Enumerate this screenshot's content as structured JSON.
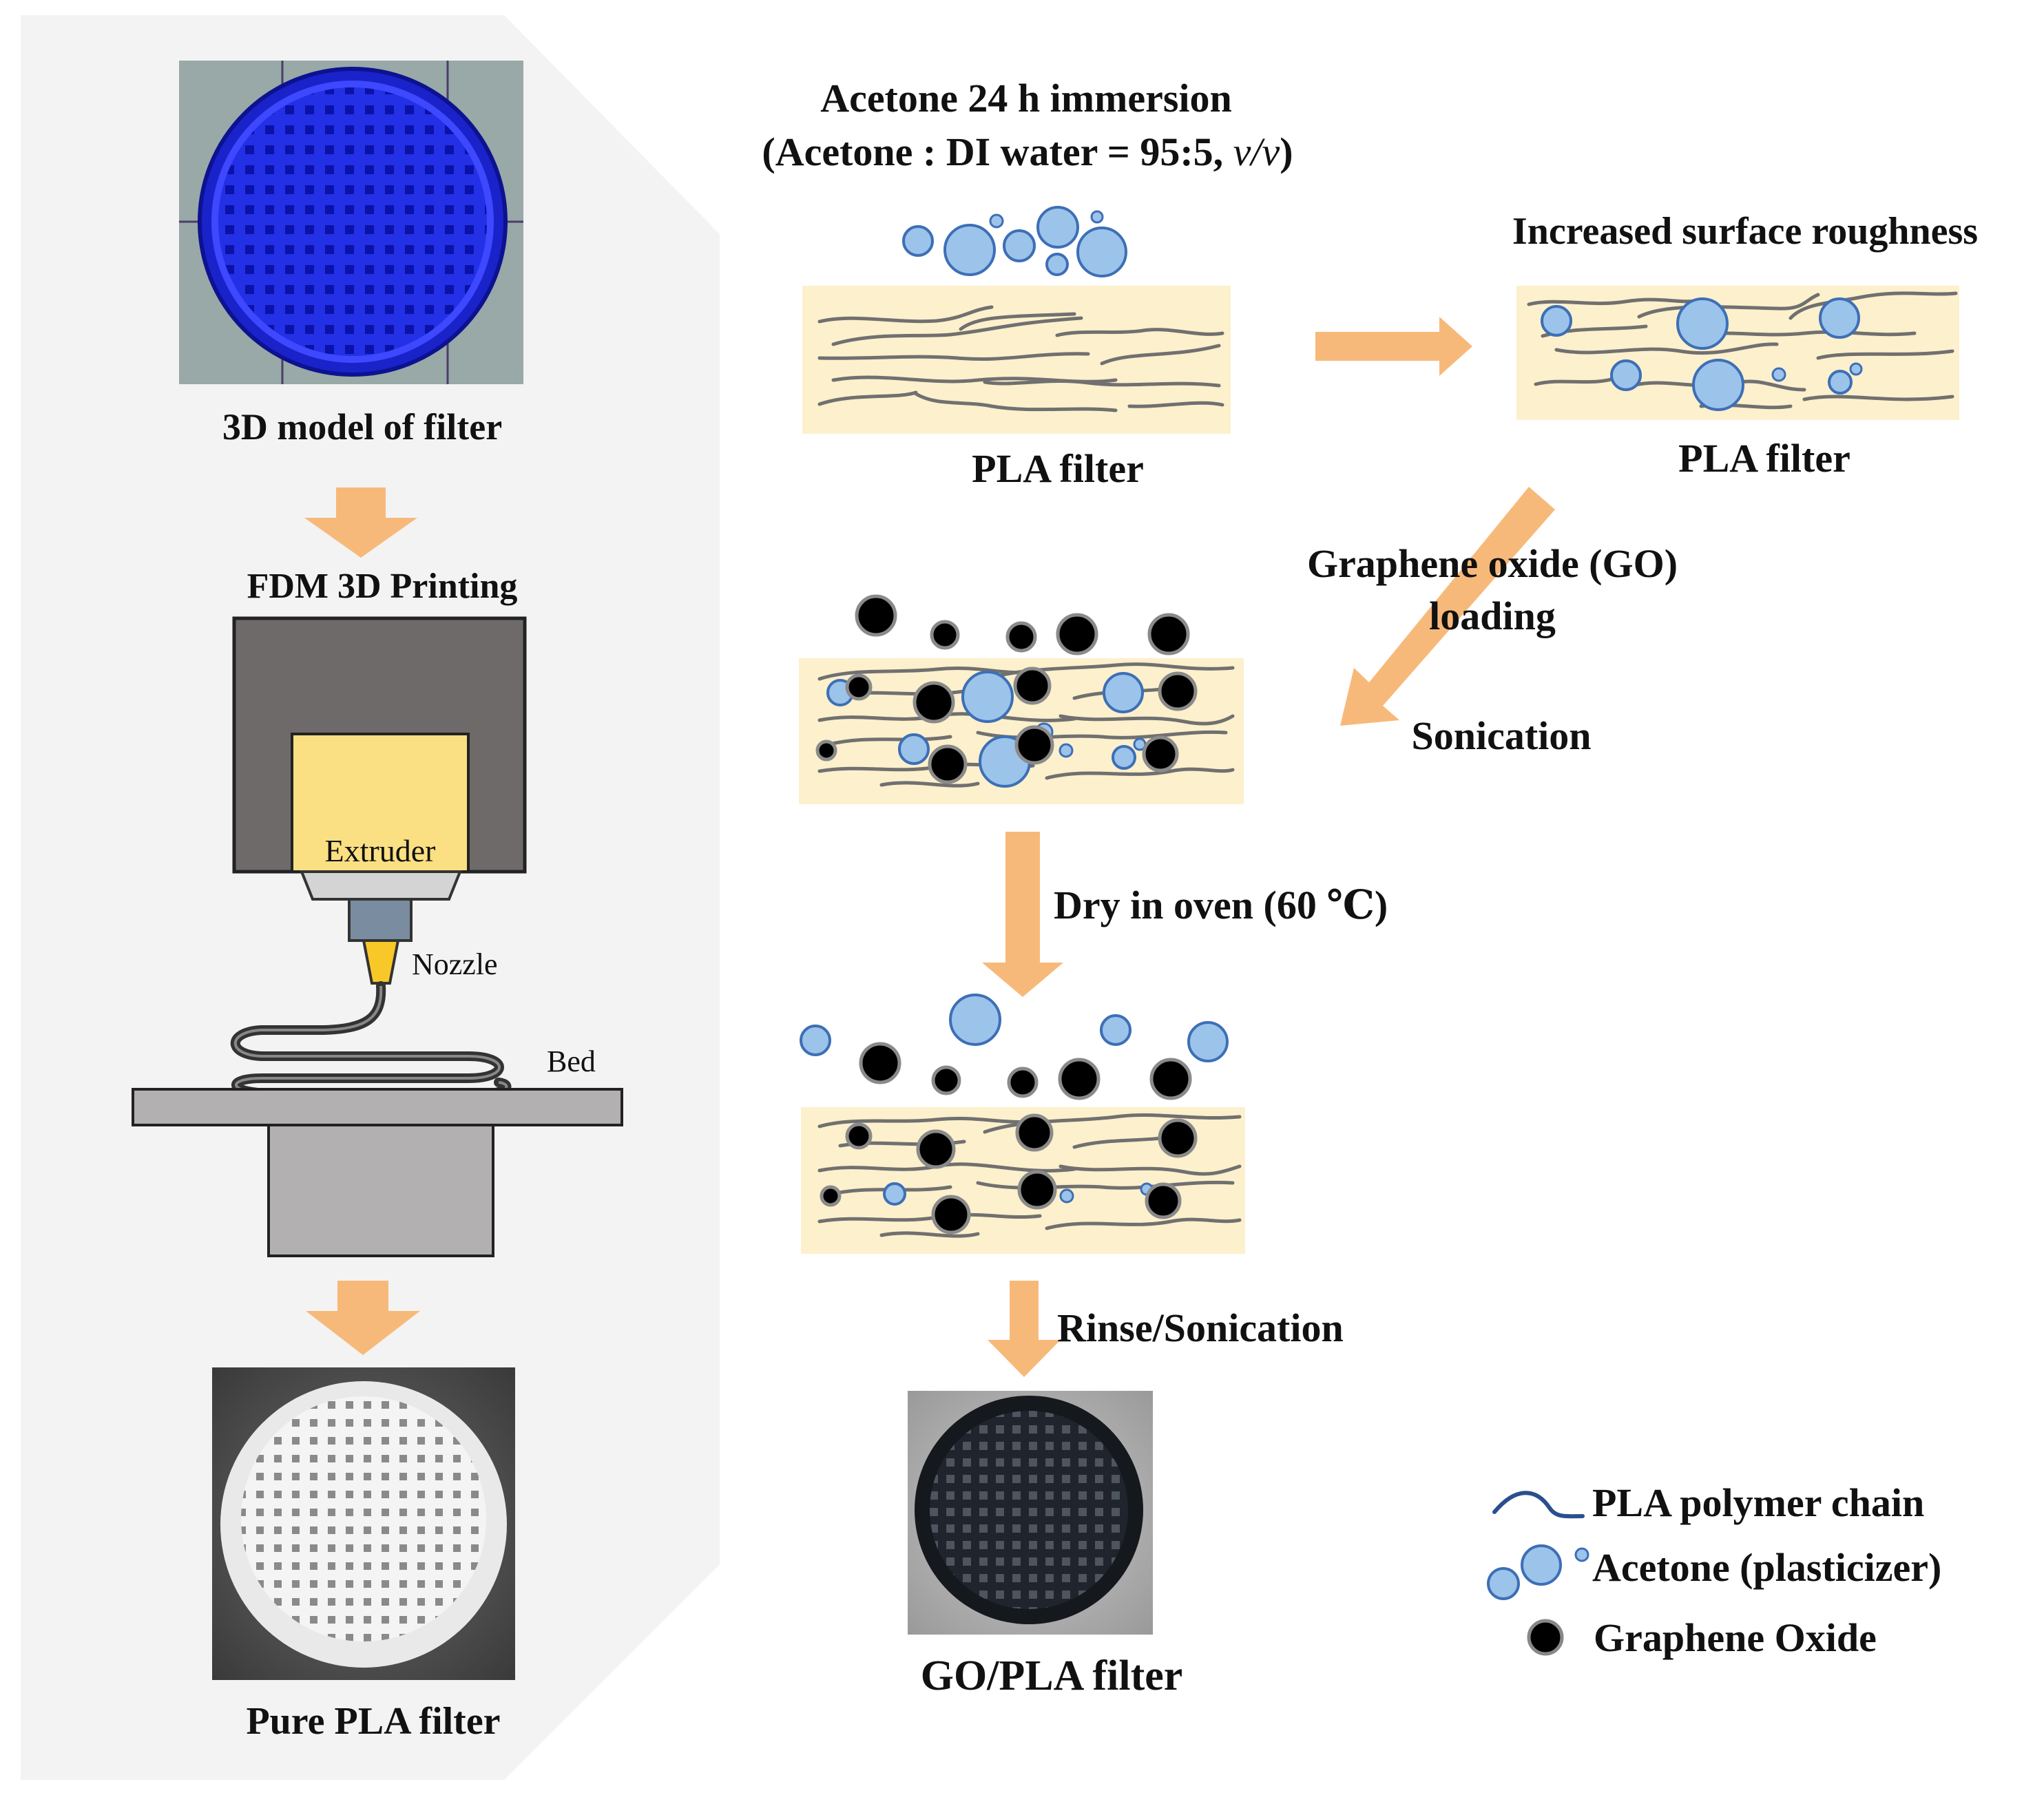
{
  "left_panel": {
    "model_label": "3D model of filter",
    "printing_label": "FDM 3D Printing",
    "extruder_label": "Extruder",
    "nozzle_label": "Nozzle",
    "bed_label": "Bed",
    "pure_filter_label": "Pure PLA filter"
  },
  "steps": {
    "immersion_title": "Acetone 24 h immersion",
    "immersion_ratio_prefix": "(Acetone : DI water = 95:5, ",
    "immersion_ratio_unit": "v/v",
    "immersion_ratio_suffix": ")",
    "pla_filter_1": "PLA filter",
    "roughness_label": "Increased surface roughness",
    "pla_filter_2": "PLA filter",
    "go_loading_line1": "Graphene oxide (GO)",
    "go_loading_line2": "loading",
    "sonication": "Sonication",
    "dry_oven": "Dry in oven (60 ℃)",
    "rinse": "Rinse/Sonication",
    "final_label": "GO/PLA filter"
  },
  "legend": {
    "chain": "PLA polymer chain",
    "acetone": "Acetone (plasticizer)",
    "go": "Graphene Oxide"
  },
  "colors": {
    "panel_bg": "#f3f3f3",
    "pla_matrix": "#fdf0cc",
    "arrow": "#f7b97a",
    "acetone_fill": "#9cc3ea",
    "acetone_stroke": "#3d6fb6",
    "chain": "#707070",
    "graphene_oxide": "#000000",
    "extruder": "#fbe083",
    "printer_body": "#6e6a69",
    "bed": "#b2b0b0",
    "model_blue": "#1f2be0",
    "model_bg": "#98a9a7"
  }
}
